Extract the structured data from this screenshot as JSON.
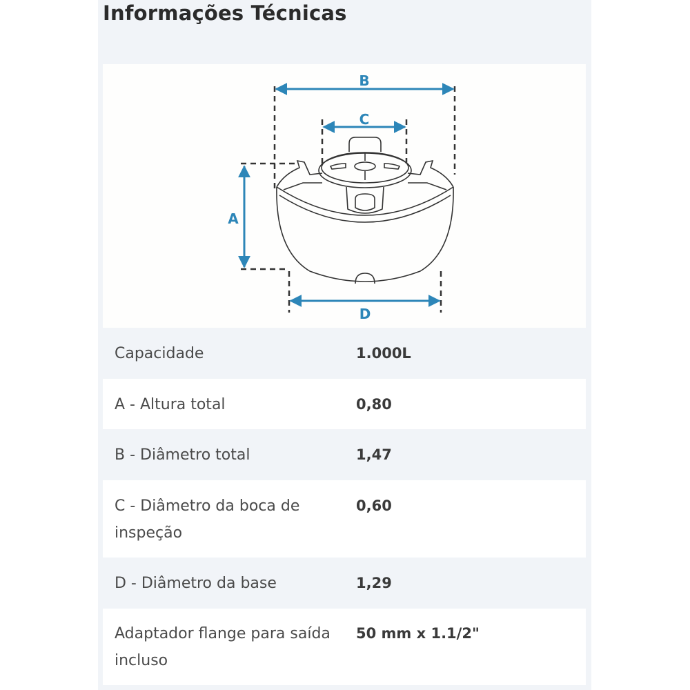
{
  "section": {
    "title": "Informações Técnicas"
  },
  "diagram": {
    "labels": {
      "a": "A",
      "b": "B",
      "c": "C",
      "d": "D"
    },
    "accent_color": "#2d86b8",
    "line_color": "#333333"
  },
  "specs": [
    {
      "label": "Capacidade",
      "value": "1.000L"
    },
    {
      "label": "A - Altura total",
      "value": "0,80"
    },
    {
      "label": "B - Diâmetro total",
      "value": "1,47"
    },
    {
      "label": "C - Diâmetro da boca de inspeção",
      "value": "0,60"
    },
    {
      "label": "D - Diâmetro da base",
      "value": "1,29"
    },
    {
      "label": "Adaptador flange para saída incluso",
      "value": "50 mm x 1.1/2\""
    }
  ]
}
